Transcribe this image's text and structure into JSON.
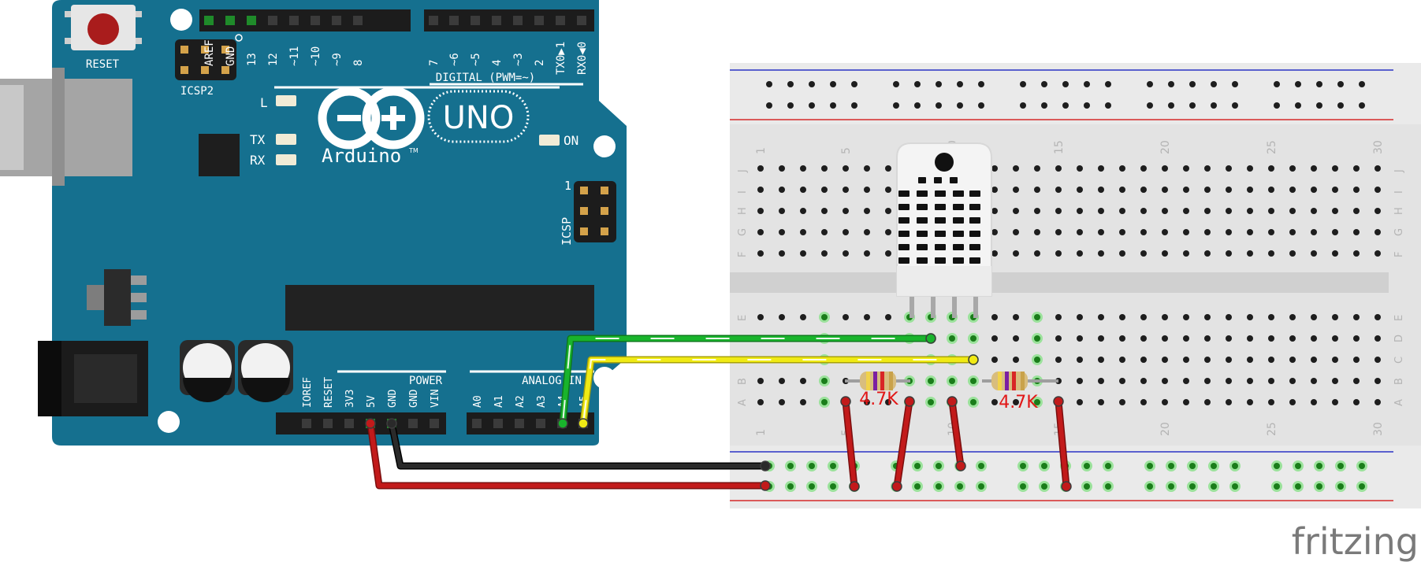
{
  "arduino": {
    "reset_label": "RESET",
    "icsp2_label": "ICSP2",
    "icsp_label": "ICSP",
    "icsp_pin1": "1",
    "digital_header": "DIGITAL (PWM=~)",
    "digital_pins": [
      "AREF",
      "GND",
      "13",
      "12",
      "~11",
      "~10",
      "~9",
      "8",
      "7",
      "~6",
      "~5",
      "4",
      "~3",
      "2",
      "TX0▶1",
      "RX0◀0"
    ],
    "led_l": "L",
    "led_tx": "TX",
    "led_rx": "RX",
    "led_on": "ON",
    "uno_logo": "UNO",
    "brand": "Arduino",
    "tm": "TM",
    "power_header": "POWER",
    "power_pins": [
      "IOREF",
      "RESET",
      "3V3",
      "5V",
      "GND",
      "GND",
      "VIN"
    ],
    "analog_header": "ANALOG IN",
    "analog_pins": [
      "A0",
      "A1",
      "A2",
      "A3",
      "A4",
      "A5"
    ],
    "board_color": "#15708f"
  },
  "breadboard": {
    "column_numbers_top": [
      "1",
      "5",
      "10",
      "15",
      "20",
      "25",
      "30"
    ],
    "column_numbers_bottom": [
      "1",
      "5",
      "10",
      "15",
      "20",
      "25",
      "30"
    ],
    "rows_top": [
      "J",
      "I",
      "H",
      "G",
      "F"
    ],
    "rows_bottom": [
      "E",
      "D",
      "C",
      "B",
      "A"
    ]
  },
  "components": {
    "resistor_1_label": "4.7K",
    "resistor_2_label": "4.7K",
    "sensor_icon": "dht-sensor-icon"
  },
  "wires": {
    "colors": {
      "red": "#c21a1a",
      "black": "#1a1a1a",
      "green": "#19b42c",
      "yellow": "#f0ea14"
    }
  },
  "brand": "fritzing"
}
